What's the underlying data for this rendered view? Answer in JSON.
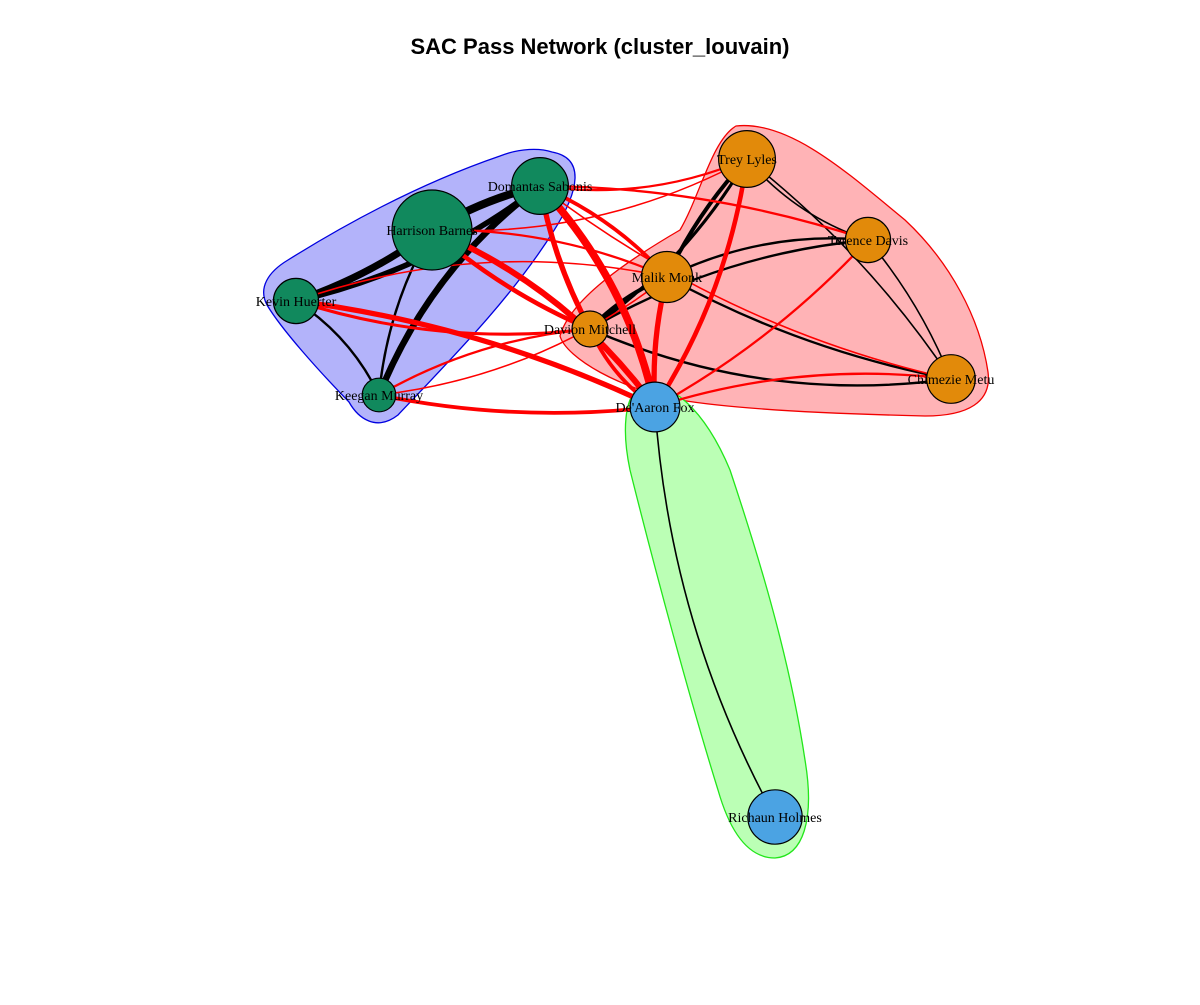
{
  "title": "SAC Pass Network (cluster_louvain)",
  "colors": {
    "green_node": "#11895D",
    "orange_node": "#E28A0A",
    "blue_node": "#4BA3E3",
    "blue_hull_fill": "#B3B3FA",
    "blue_hull_stroke": "#0000E0",
    "red_hull_fill": "#FFB3B6",
    "red_hull_stroke": "#F20000",
    "green_hull_fill": "#BBFFB5",
    "green_hull_stroke": "#22E61A",
    "intra_edge": "#000000",
    "inter_edge": "#FF0000"
  },
  "communities": [
    {
      "id": "blue",
      "members": [
        "Domantas Sabonis",
        "Harrison Barnes",
        "Kevin Huerter",
        "Keegan Murray"
      ]
    },
    {
      "id": "red",
      "members": [
        "Trey Lyles",
        "Terence Davis",
        "Malik Monk",
        "Davion Mitchell",
        "Chimezie Metu"
      ]
    },
    {
      "id": "green",
      "members": [
        "De'Aaron Fox",
        "Richaun Holmes"
      ]
    }
  ],
  "nodes": [
    {
      "label": "Domantas Sabonis",
      "color": "green_node",
      "size": 3
    },
    {
      "label": "Harrison Barnes",
      "color": "green_node",
      "size": 5
    },
    {
      "label": "Kevin Huerter",
      "color": "green_node",
      "size": 2
    },
    {
      "label": "Keegan Murray",
      "color": "green_node",
      "size": 1
    },
    {
      "label": "Trey Lyles",
      "color": "orange_node",
      "size": 3
    },
    {
      "label": "Terence Davis",
      "color": "orange_node",
      "size": 2
    },
    {
      "label": "Malik Monk",
      "color": "orange_node",
      "size": 2.5
    },
    {
      "label": "Davion Mitchell",
      "color": "orange_node",
      "size": 1.2
    },
    {
      "label": "Chimezie Metu",
      "color": "orange_node",
      "size": 2.3
    },
    {
      "label": "De'Aaron Fox",
      "color": "blue_node",
      "size": 2.4
    },
    {
      "label": "Richaun Holmes",
      "color": "blue_node",
      "size": 2.8
    }
  ],
  "edges": [
    {
      "from": "Domantas Sabonis",
      "to": "Harrison Barnes",
      "weight": 9,
      "color": "intra_edge"
    },
    {
      "from": "Domantas Sabonis",
      "to": "Kevin Huerter",
      "weight": 6,
      "color": "intra_edge"
    },
    {
      "from": "Domantas Sabonis",
      "to": "Keegan Murray",
      "weight": 7,
      "color": "intra_edge"
    },
    {
      "from": "Harrison Barnes",
      "to": "Kevin Huerter",
      "weight": 8,
      "color": "intra_edge"
    },
    {
      "from": "Harrison Barnes",
      "to": "Keegan Murray",
      "weight": 2,
      "color": "intra_edge"
    },
    {
      "from": "Kevin Huerter",
      "to": "Keegan Murray",
      "weight": 2,
      "color": "intra_edge"
    },
    {
      "from": "Trey Lyles",
      "to": "Malik Monk",
      "weight": 4,
      "color": "intra_edge"
    },
    {
      "from": "Trey Lyles",
      "to": "Davion Mitchell",
      "weight": 3,
      "color": "intra_edge"
    },
    {
      "from": "Trey Lyles",
      "to": "Terence Davis",
      "weight": 1,
      "color": "intra_edge"
    },
    {
      "from": "Trey Lyles",
      "to": "Chimezie Metu",
      "weight": 1,
      "color": "intra_edge"
    },
    {
      "from": "Malik Monk",
      "to": "Davion Mitchell",
      "weight": 4,
      "color": "intra_edge"
    },
    {
      "from": "Malik Monk",
      "to": "Terence Davis",
      "weight": 2,
      "color": "intra_edge"
    },
    {
      "from": "Malik Monk",
      "to": "Chimezie Metu",
      "weight": 2,
      "color": "intra_edge"
    },
    {
      "from": "Davion Mitchell",
      "to": "Terence Davis",
      "weight": 2,
      "color": "intra_edge"
    },
    {
      "from": "Davion Mitchell",
      "to": "Chimezie Metu",
      "weight": 2,
      "color": "intra_edge"
    },
    {
      "from": "Terence Davis",
      "to": "Chimezie Metu",
      "weight": 1,
      "color": "intra_edge"
    },
    {
      "from": "De'Aaron Fox",
      "to": "Richaun Holmes",
      "weight": 1,
      "color": "intra_edge"
    },
    {
      "from": "Domantas Sabonis",
      "to": "De'Aaron Fox",
      "weight": 9,
      "color": "inter_edge"
    },
    {
      "from": "Domantas Sabonis",
      "to": "Davion Mitchell",
      "weight": 6,
      "color": "inter_edge"
    },
    {
      "from": "Domantas Sabonis",
      "to": "Malik Monk",
      "weight": 4,
      "color": "inter_edge"
    },
    {
      "from": "Domantas Sabonis",
      "to": "Trey Lyles",
      "weight": 2,
      "color": "inter_edge"
    },
    {
      "from": "Domantas Sabonis",
      "to": "Terence Davis",
      "weight": 2,
      "color": "inter_edge"
    },
    {
      "from": "Domantas Sabonis",
      "to": "Chimezie Metu",
      "weight": 1,
      "color": "inter_edge"
    },
    {
      "from": "Harrison Barnes",
      "to": "De'Aaron Fox",
      "weight": 7,
      "color": "inter_edge"
    },
    {
      "from": "Harrison Barnes",
      "to": "Davion Mitchell",
      "weight": 5,
      "color": "inter_edge"
    },
    {
      "from": "Harrison Barnes",
      "to": "Malik Monk",
      "weight": 2,
      "color": "inter_edge"
    },
    {
      "from": "Harrison Barnes",
      "to": "Trey Lyles",
      "weight": 1,
      "color": "inter_edge"
    },
    {
      "from": "Kevin Huerter",
      "to": "De'Aaron Fox",
      "weight": 6,
      "color": "inter_edge"
    },
    {
      "from": "Kevin Huerter",
      "to": "Davion Mitchell",
      "weight": 3,
      "color": "inter_edge"
    },
    {
      "from": "Kevin Huerter",
      "to": "Malik Monk",
      "weight": 1,
      "color": "inter_edge"
    },
    {
      "from": "Keegan Murray",
      "to": "De'Aaron Fox",
      "weight": 4,
      "color": "inter_edge"
    },
    {
      "from": "Keegan Murray",
      "to": "Davion Mitchell",
      "weight": 2,
      "color": "inter_edge"
    },
    {
      "from": "Keegan Murray",
      "to": "Malik Monk",
      "weight": 1,
      "color": "inter_edge"
    },
    {
      "from": "De'Aaron Fox",
      "to": "Malik Monk",
      "weight": 6,
      "color": "inter_edge"
    },
    {
      "from": "De'Aaron Fox",
      "to": "Trey Lyles",
      "weight": 5,
      "color": "inter_edge"
    },
    {
      "from": "De'Aaron Fox",
      "to": "Davion Mitchell",
      "weight": 4,
      "color": "inter_edge"
    },
    {
      "from": "De'Aaron Fox",
      "to": "Terence Davis",
      "weight": 2,
      "color": "inter_edge"
    },
    {
      "from": "De'Aaron Fox",
      "to": "Chimezie Metu",
      "weight": 2,
      "color": "inter_edge"
    }
  ]
}
